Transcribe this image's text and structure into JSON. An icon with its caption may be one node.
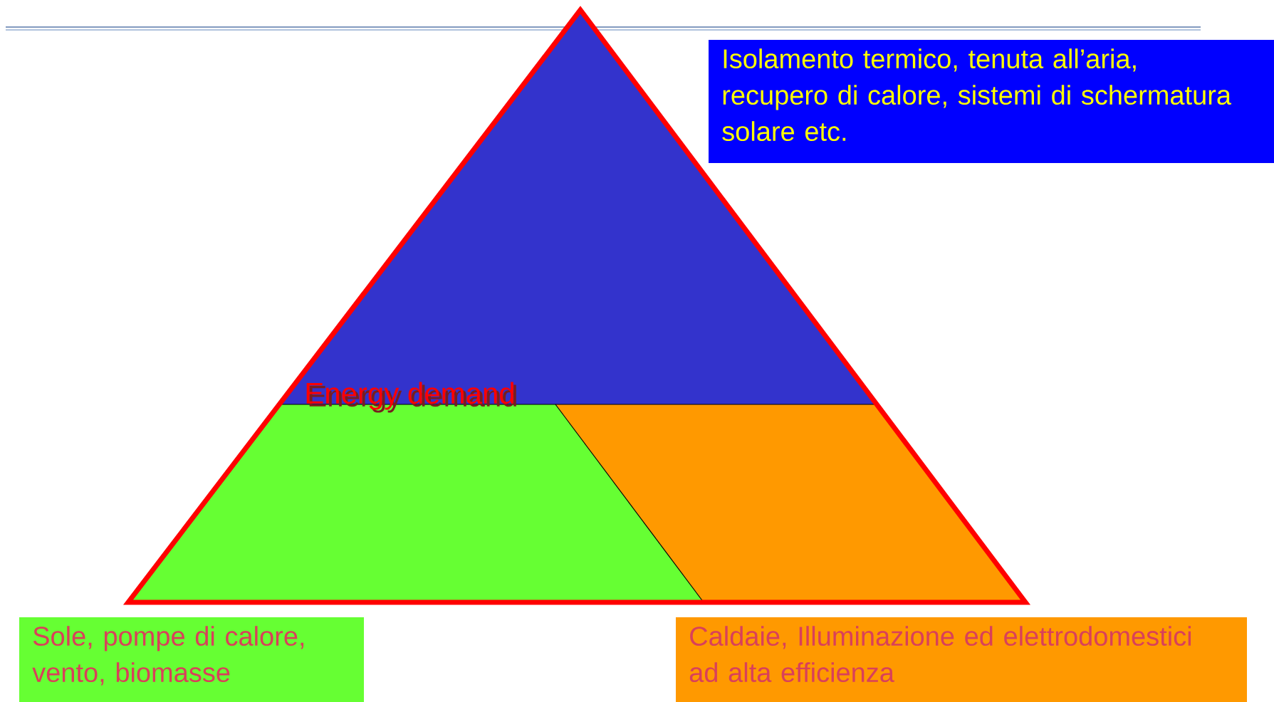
{
  "diagram": {
    "nodes": [
      {
        "text": [
          "Isolamento termico, tenuta all’aria, recupero di calore, sistemi di schermatura solare etc."
        ]
      },
      {
        "text": [
          "Sole, pompe di calore, vento, biomasse"
        ]
      },
      {
        "text": [
          "Caldaie, Illuminazione ed elettrodomestici ad alta efficienza"
        ]
      }
    ],
    "labels": [
      "Energy demand"
    ]
  }
}
